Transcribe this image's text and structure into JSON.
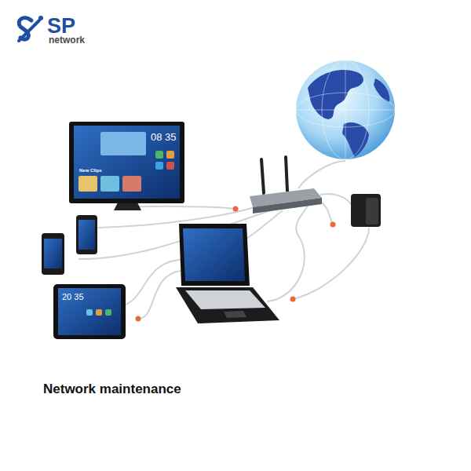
{
  "diagram": {
    "caption": "Network maintenance",
    "labels": [
      "SP",
      "network",
      "08 35",
      "New Clips",
      "20 35"
    ]
  }
}
